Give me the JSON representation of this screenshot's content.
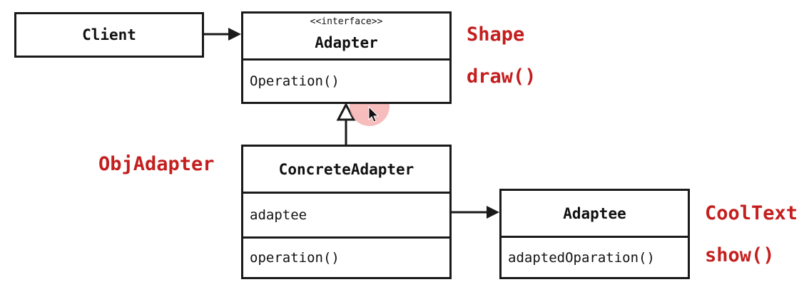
{
  "diagram": {
    "client": {
      "title": "Client"
    },
    "adapter": {
      "stereotype": "<<interface>>",
      "title": "Adapter",
      "method": "Operation()"
    },
    "concrete_adapter": {
      "title": "ConcreteAdapter",
      "field": "adaptee",
      "method": "operation()"
    },
    "adaptee": {
      "title": "Adaptee",
      "method": "adaptedOparation()"
    }
  },
  "annotations": {
    "shape": "Shape",
    "draw": "draw()",
    "obj_adapter": "ObjAdapter",
    "cool_text": "CoolText",
    "show": "show()"
  },
  "colors": {
    "annotation": "#c41e1e",
    "line": "#1a1a1a",
    "cursor_highlight": "#f4a6a6"
  },
  "icons": {
    "cursor": "mouse-pointer-icon"
  }
}
